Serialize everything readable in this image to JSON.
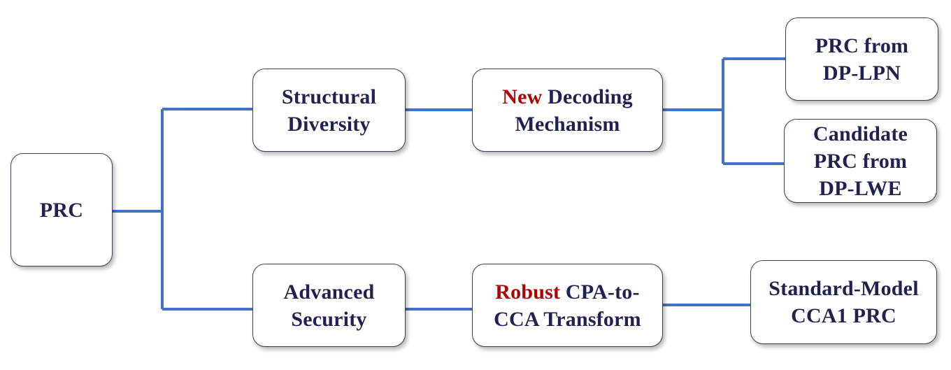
{
  "diagram": {
    "nodes": {
      "prc": {
        "line1": "PRC"
      },
      "structural_diversity": {
        "line1": "Structural",
        "line2": "Diversity"
      },
      "advanced_security": {
        "line1": "Advanced",
        "line2": "Security"
      },
      "new_decoding": {
        "accent1": "New",
        "line1_rest": "Decoding",
        "line2": "Mechanism"
      },
      "robust_transform": {
        "accent1": "Robust",
        "line1_rest": "CPA-to-",
        "line2": "CCA Transform"
      },
      "prc_dp_lpn": {
        "line1": "PRC from",
        "line2": "DP-LPN"
      },
      "candidate_prc_dp_lwe": {
        "line1": "Candidate",
        "line2": "PRC from",
        "line3": "DP-LWE"
      },
      "standard_model_cca1": {
        "line1": "Standard-Model",
        "line2": "CCA1 PRC"
      }
    },
    "colors": {
      "connector": "#4472c4",
      "accent_text": "#b00000",
      "node_text": "#1f2150",
      "node_border": "#3b3f52"
    }
  }
}
